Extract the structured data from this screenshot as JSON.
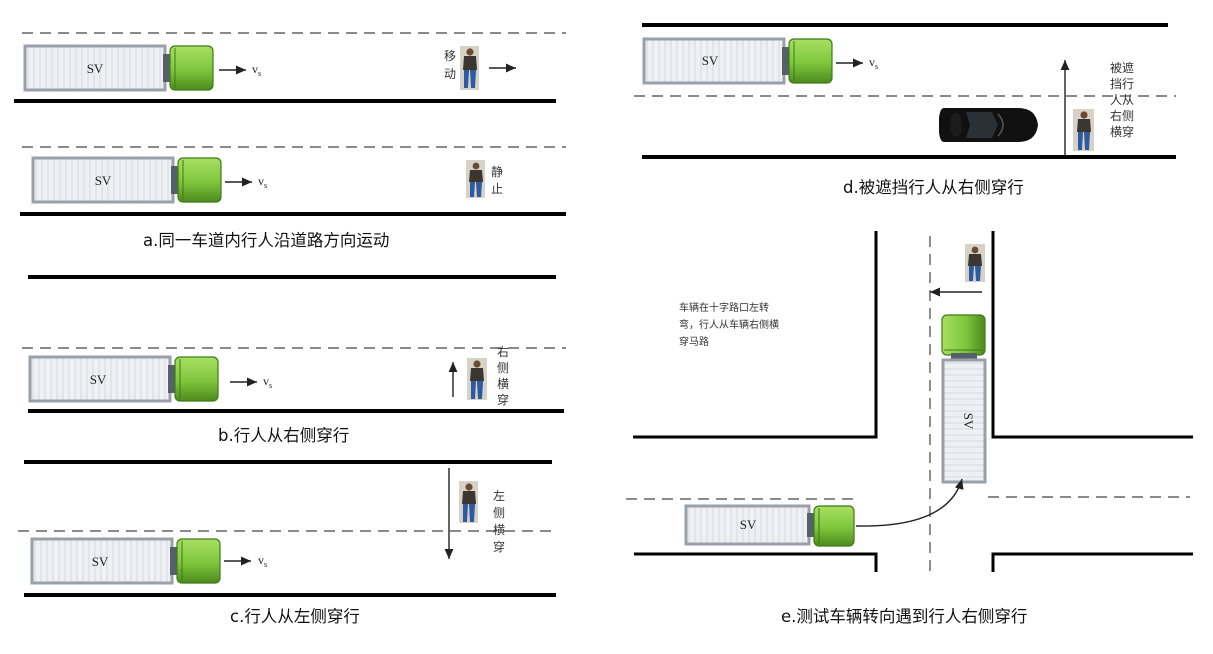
{
  "panels": {
    "a": {
      "caption": "a.同一车道内行人沿道路方向运动",
      "top": {
        "vehicle": "SV",
        "speed_label": "v",
        "speed_sub": "s",
        "ped_label": [
          "移",
          "动"
        ]
      },
      "bottom": {
        "vehicle": "SV",
        "speed_label": "v",
        "speed_sub": "s",
        "ped_label": [
          "静",
          "止"
        ]
      }
    },
    "b": {
      "caption": "b.行人从右侧穿行",
      "vehicle": "SV",
      "speed_label": "v",
      "speed_sub": "s",
      "ped_label": [
        "右",
        "侧",
        "横",
        "穿"
      ]
    },
    "c": {
      "caption": "c.行人从左侧穿行",
      "vehicle": "SV",
      "speed_label": "v",
      "speed_sub": "s",
      "ped_label": [
        "左",
        "侧",
        "横",
        "穿"
      ]
    },
    "d": {
      "caption": "d.被遮挡行人从右侧穿行",
      "vehicle": "SV",
      "speed_label": "v",
      "speed_sub": "s",
      "ped_label": [
        "被遮",
        "挡行",
        "人从",
        "右侧",
        "横穿"
      ]
    },
    "e": {
      "caption": "e.测试车辆转向遇到行人右侧穿行",
      "vehicle_turning": "SV",
      "vehicle_approach": "SV",
      "note": [
        "车辆在十字路口左转",
        "弯，行人从车辆右侧横",
        "穿马路"
      ]
    }
  },
  "colors": {
    "cab": "#7ec63c",
    "cab_dark": "#4e8a1e",
    "trailer_fill": "#eef0f4",
    "trailer_edge": "#9aa0aa",
    "road": "#000000",
    "ped_shirt": "#3b3630",
    "ped_jeans": "#2d5aa0"
  },
  "icons": [
    "truck-icon",
    "pedestrian-icon",
    "car-icon",
    "arrow-icon"
  ]
}
